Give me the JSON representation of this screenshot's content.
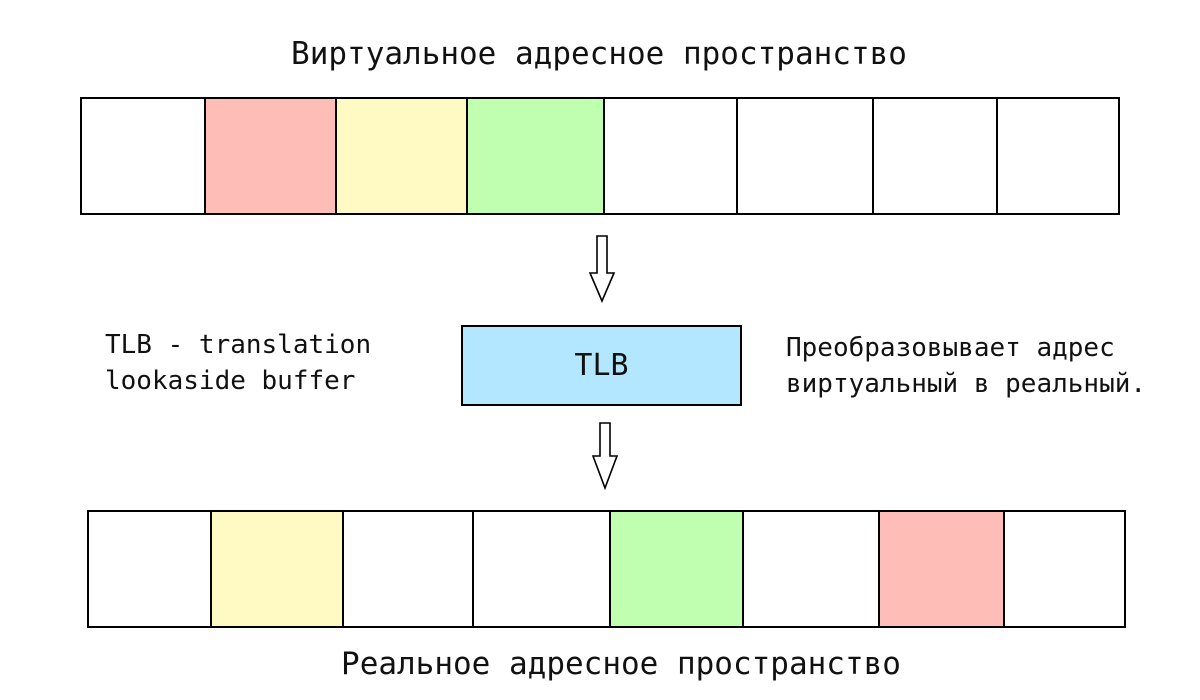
{
  "virtual_space": {
    "title": "Виртуальное адресное пространство",
    "cell_colors": [
      "#ffffff",
      "#ffbdb8",
      "#fffac4",
      "#c1ffb0",
      "#ffffff",
      "#ffffff",
      "#ffffff",
      "#ffffff"
    ]
  },
  "tlb": {
    "label": "TLB",
    "color": "#b3e6ff"
  },
  "left_note": {
    "line1": "TLB - translation",
    "line2": "lookaside buffer"
  },
  "right_note": {
    "line1": "Преобразовывает адрес",
    "line2": "виртуальный в реальный."
  },
  "real_space": {
    "title": "Реальное адресное пространство",
    "cell_colors": [
      "#ffffff",
      "#fffac4",
      "#ffffff",
      "#ffffff",
      "#c1ffb0",
      "#ffffff",
      "#ffbdb8",
      "#ffffff"
    ]
  },
  "icons": [
    "arrow-down-icon",
    "arrow-down-icon"
  ]
}
